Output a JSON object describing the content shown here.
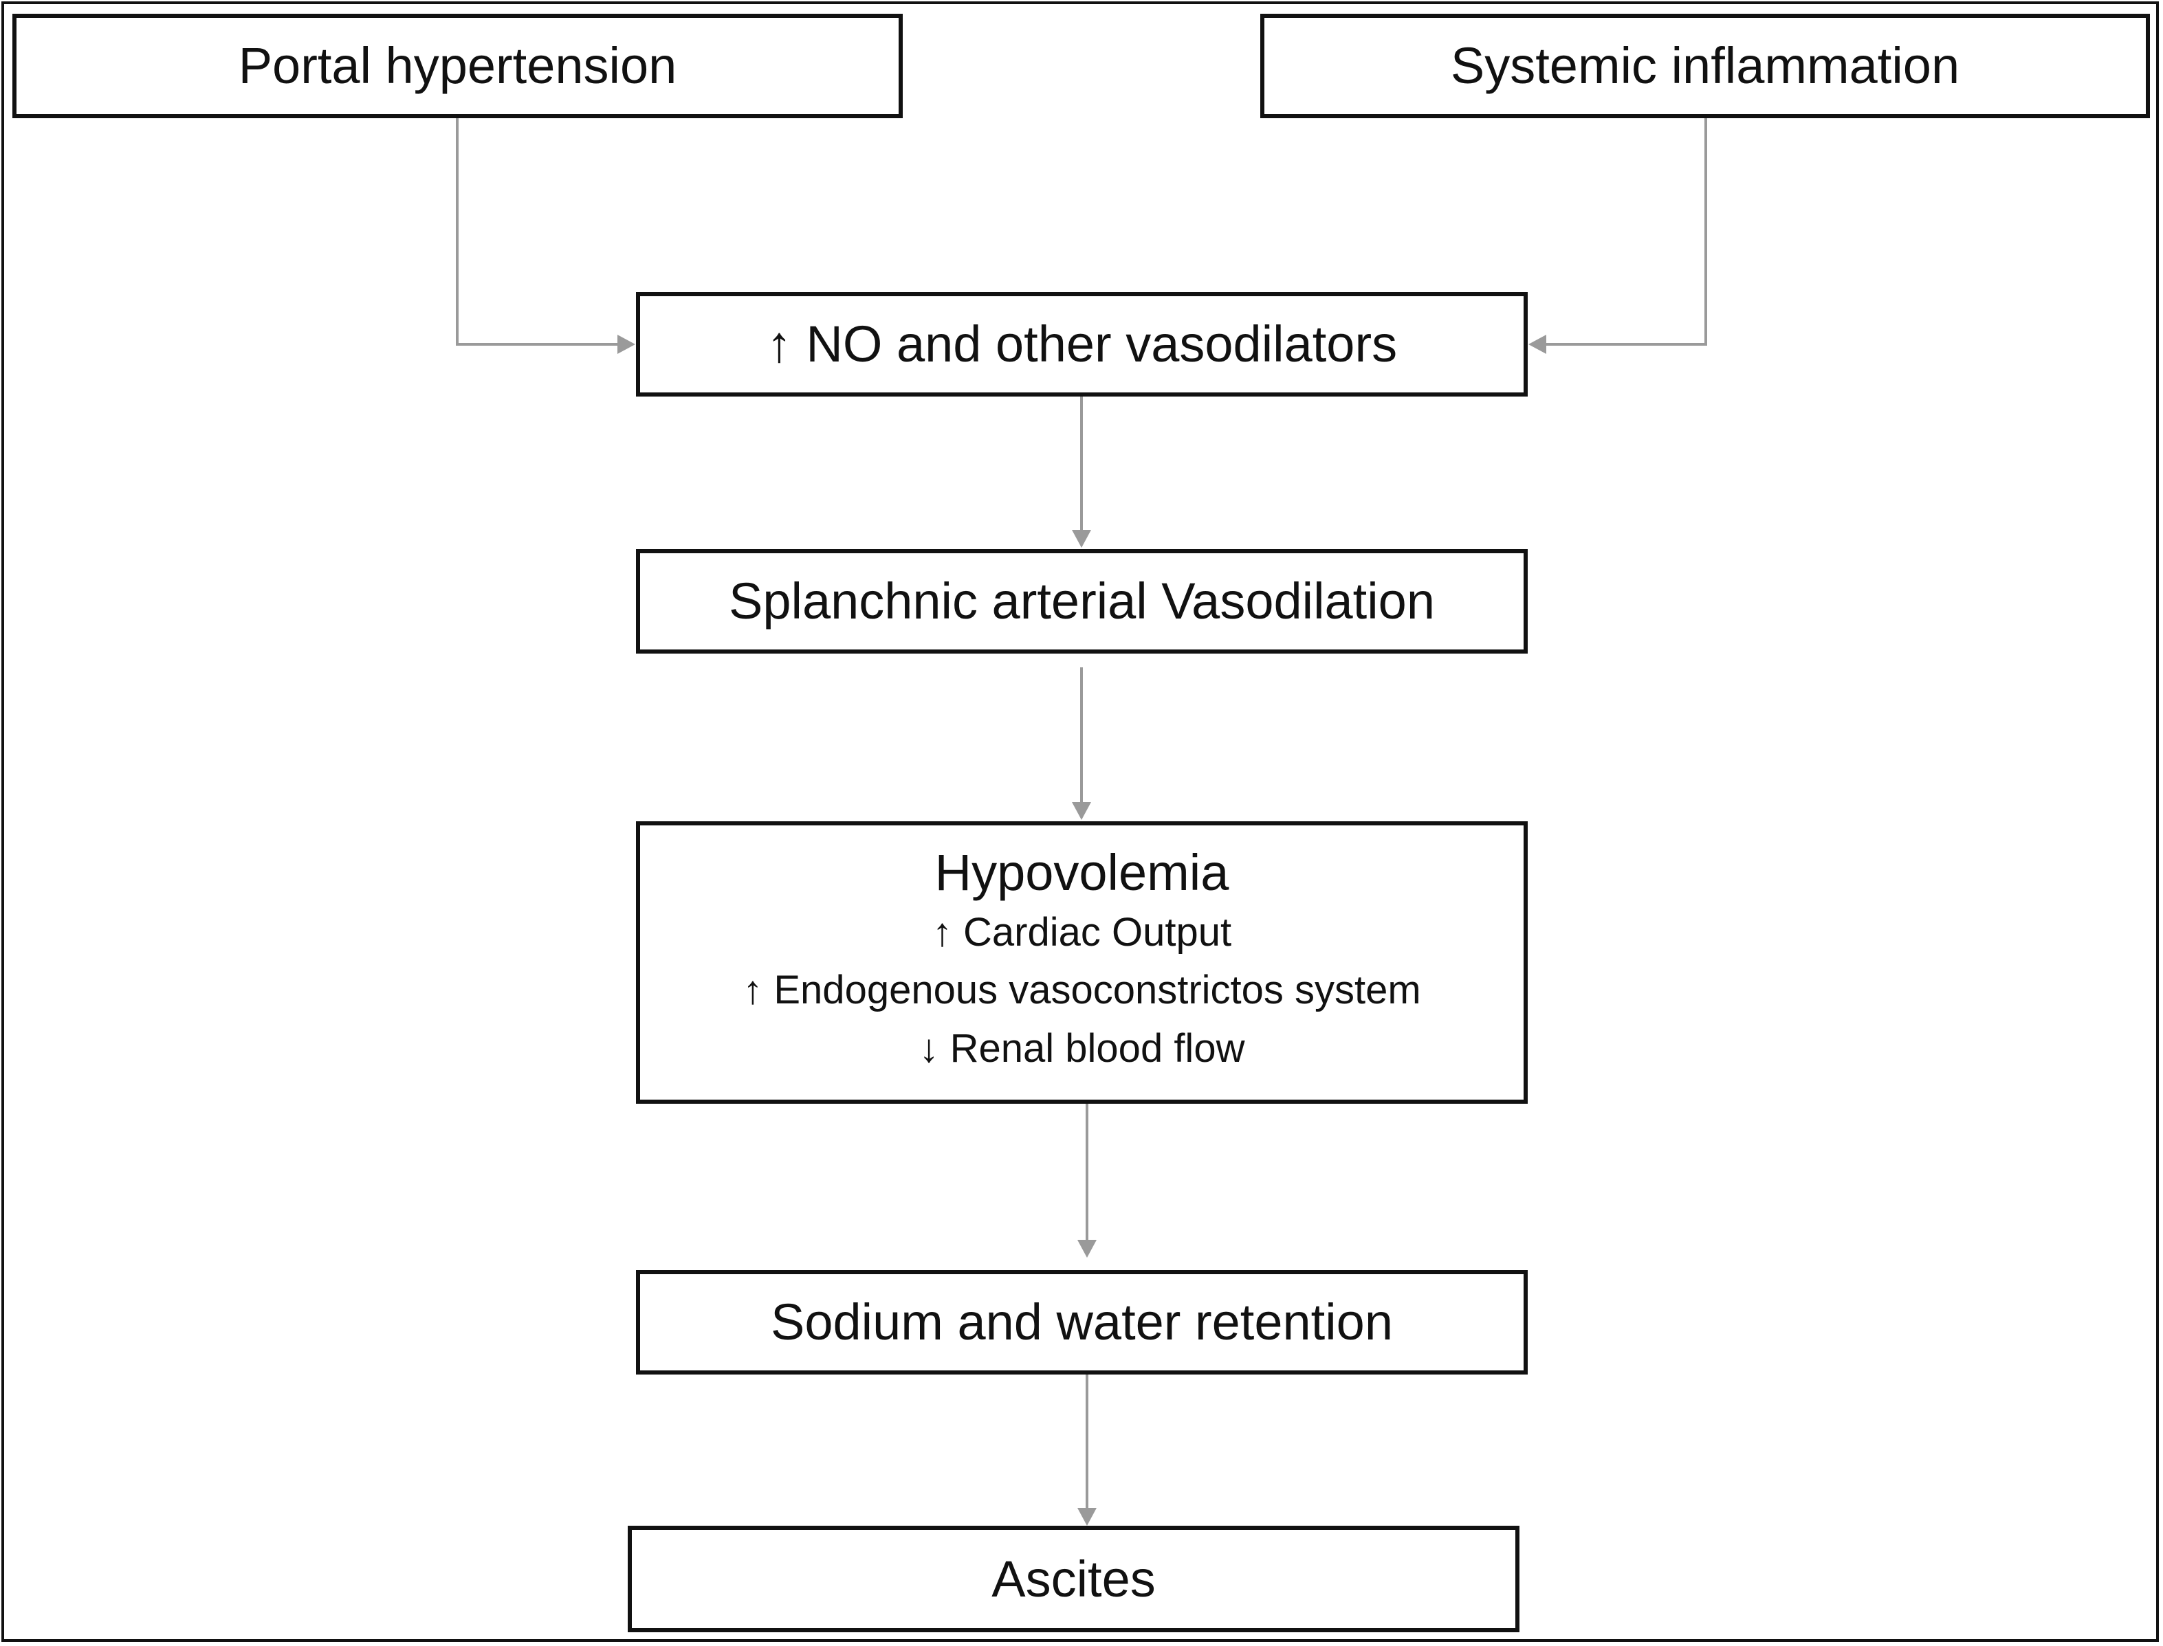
{
  "nodes": {
    "portal_hypertension": "Portal hypertension",
    "systemic_inflammation": "Systemic inflammation",
    "vasodilators": "↑ NO and other vasodilators",
    "splanchnic": "Splanchnic arterial Vasodilation",
    "hypovolemia": {
      "title": "Hypovolemia",
      "items": [
        "↑ Cardiac Output",
        "↑ Endogenous vasoconstrictos system",
        "↓ Renal blood flow"
      ]
    },
    "sodium_water": "Sodium and water retention",
    "ascites": "Ascites"
  },
  "colors": {
    "border": "#111111",
    "connector": "#9a9a9a",
    "background": "#ffffff"
  }
}
